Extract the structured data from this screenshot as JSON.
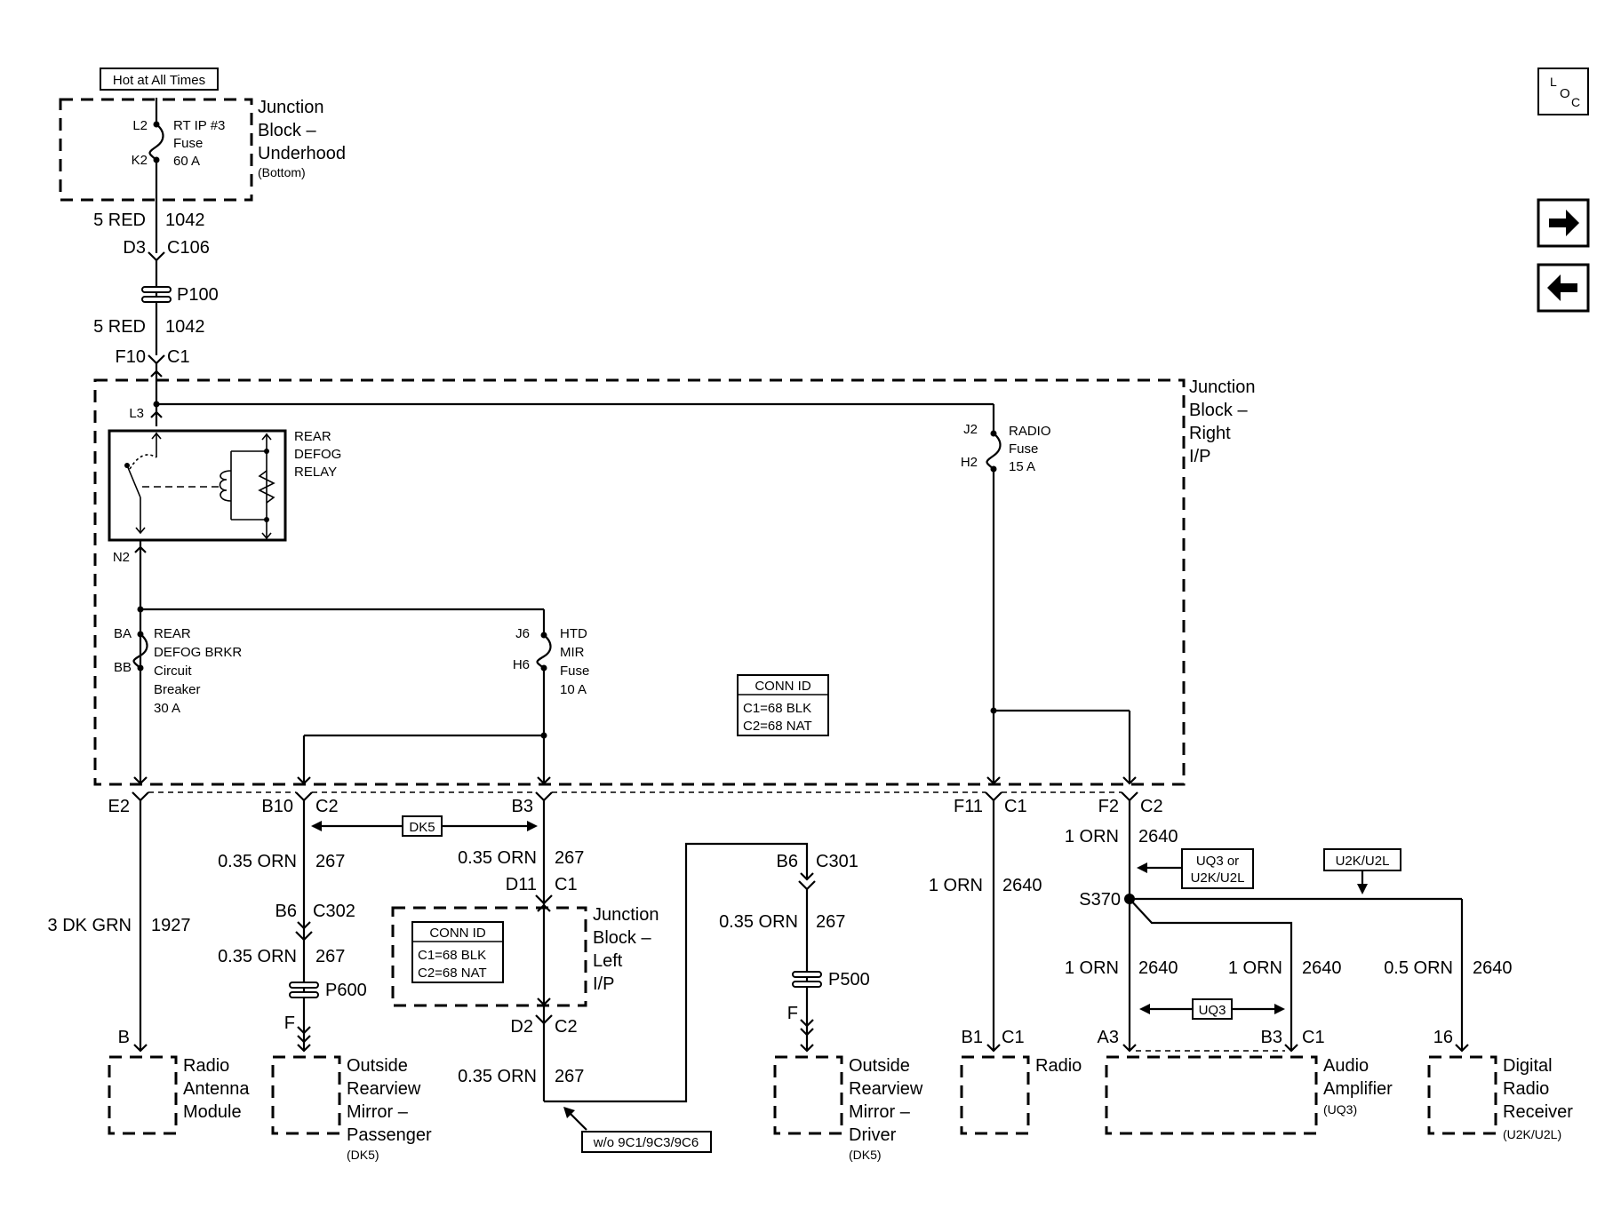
{
  "power": {
    "hot_label": "Hot at All Times"
  },
  "jb_underhood": {
    "name_l1": "Junction",
    "name_l2": "Block –",
    "name_l3": "Underhood",
    "name_l4": "(Bottom)",
    "fuse_top": "L2",
    "fuse_bottom": "K2",
    "fuse_l1": "RT IP #3",
    "fuse_l2": "Fuse",
    "fuse_l3": "60 A"
  },
  "feed": {
    "wire1": "5 RED",
    "circuit1": "1042",
    "pin1": "D3",
    "conn1": "C106",
    "splice": "P100",
    "wire2": "5 RED",
    "circuit2": "1042",
    "pin2": "F10",
    "conn2": "C1"
  },
  "jb_right": {
    "name_l1": "Junction",
    "name_l2": "Block –",
    "name_l3": "Right",
    "name_l4": "I/P",
    "l3": "L3",
    "relay_l1": "REAR",
    "relay_l2": "DEFOG",
    "relay_l3": "RELAY",
    "n2": "N2",
    "cb_top": "BA",
    "cb_bottom": "BB",
    "cb_l1": "REAR",
    "cb_l2": "DEFOG  BRKR",
    "cb_l3": "Circuit",
    "cb_l4": "Breaker",
    "cb_l5": "30 A",
    "htd_top": "J6",
    "htd_bottom": "H6",
    "htd_l1": "HTD",
    "htd_l2": "MIR",
    "htd_l3": "Fuse",
    "htd_l4": "10 A",
    "radio_top": "J2",
    "radio_bottom": "H2",
    "radio_l1": "RADIO",
    "radio_l2": "Fuse",
    "radio_l3": "15 A",
    "conn_id_title": "CONN ID",
    "conn_id_1": "C1=68 BLK",
    "conn_id_2": "C2=68 NAT"
  },
  "outputs": {
    "e2": "E2",
    "b10": "B10",
    "b10_conn": "C2",
    "b3": "B3",
    "f11": "F11",
    "f11_conn": "C1",
    "f2": "F2",
    "f2_conn": "C2"
  },
  "option_dk5": "DK5",
  "antenna": {
    "wire": "3 DK GRN",
    "circuit": "1927",
    "pin": "B",
    "name_l1": "Radio",
    "name_l2": "Antenna",
    "name_l3": "Module"
  },
  "passenger_mirror": {
    "wire1": "0.35 ORN",
    "circuit1": "267",
    "pin1": "B6",
    "conn1": "C302",
    "wire2": "0.35 ORN",
    "circuit2": "267",
    "splice": "P600",
    "pin2": "F",
    "name_l1": "Outside",
    "name_l2": "Rearview",
    "name_l3": "Mirror –",
    "name_l4": "Passenger",
    "option": "(DK5)"
  },
  "jb_left": {
    "wire_in": "0.35 ORN",
    "circuit_in": "267",
    "pin_in": "D11",
    "conn_in": "C1",
    "name_l1": "Junction",
    "name_l2": "Block –",
    "name_l3": "Left",
    "name_l4": "I/P",
    "conn_id_title": "CONN ID",
    "conn_id_1": "C1=68 BLK",
    "conn_id_2": "C2=68 NAT",
    "pin_out": "D2",
    "conn_out": "C2",
    "wire_out": "0.35 ORN",
    "circuit_out": "267",
    "option_note": "w/o 9C1/9C3/9C6"
  },
  "driver_mirror": {
    "pin1": "B6",
    "conn1": "C301",
    "wire": "0.35 ORN",
    "circuit": "267",
    "splice": "P500",
    "pin2": "F",
    "name_l1": "Outside",
    "name_l2": "Rearview",
    "name_l3": "Mirror –",
    "name_l4": "Driver",
    "option": "(DK5)"
  },
  "radio": {
    "wire": "1 ORN",
    "circuit": "2640",
    "pin": "B1",
    "conn": "C1",
    "name": "Radio"
  },
  "amp_branch": {
    "wire_top": "1 ORN",
    "circuit_top": "2640",
    "option_note_l1": "UQ3 or",
    "option_note_l2": "U2K/U2L",
    "splice": "S370",
    "option_u2k": "U2K/U2L",
    "wire_a3": "1 ORN",
    "circuit_a3": "2640",
    "wire_b3": "1 ORN",
    "circuit_b3": "2640",
    "wire_16": "0.5 ORN",
    "circuit_16": "2640",
    "option_uq3": "UQ3",
    "pin_a3": "A3",
    "pin_b3": "B3",
    "conn_amp": "C1",
    "pin_16": "16"
  },
  "audio_amp": {
    "name_l1": "Audio",
    "name_l2": "Amplifier",
    "option": "(UQ3)"
  },
  "digital_radio": {
    "name_l1": "Digital",
    "name_l2": "Radio",
    "name_l3": "Receiver",
    "option": "(U2K/U2L)"
  },
  "nav": {
    "loc_l": "L",
    "loc_o": "O",
    "loc_c": "C"
  }
}
